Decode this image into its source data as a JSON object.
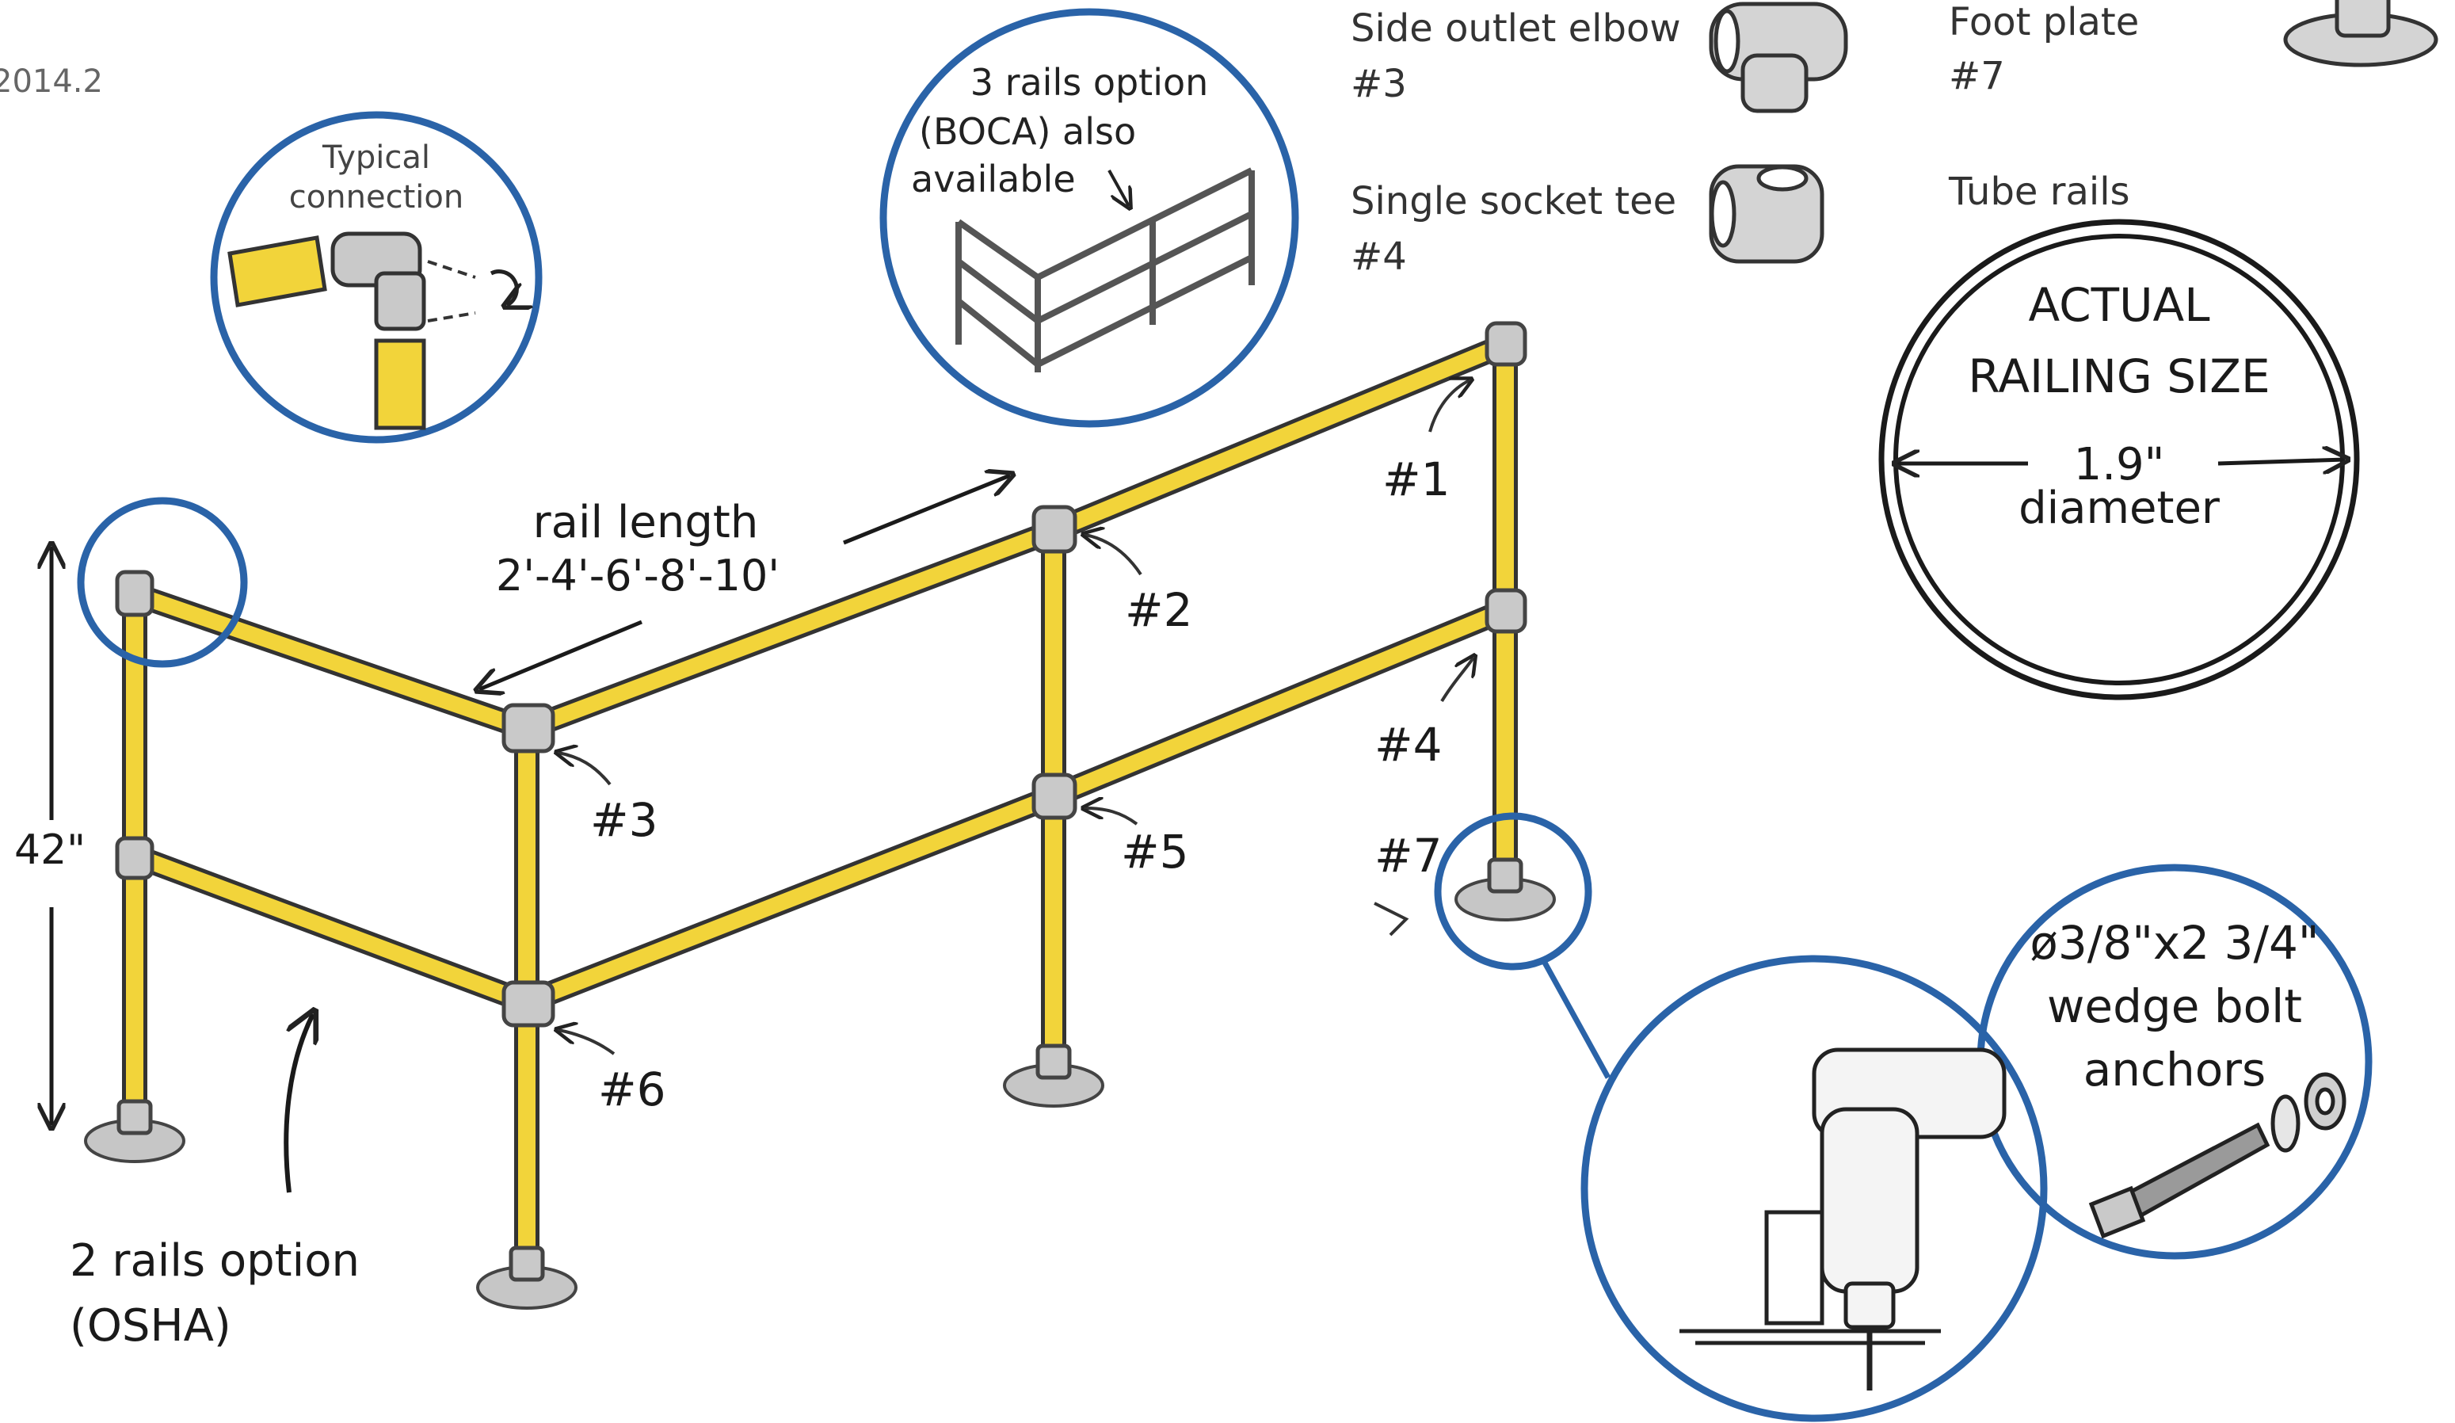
{
  "version": "2014.2",
  "legend": {
    "side_outlet_elbow": {
      "name": "Side outlet elbow",
      "code": "#3"
    },
    "foot_plate": {
      "name": "Foot plate",
      "code": "#7"
    },
    "single_socket_tee": {
      "name": "Single socket tee",
      "code": "#4"
    },
    "tube_rails": {
      "name": "Tube rails"
    }
  },
  "actual_size": {
    "line1": "ACTUAL",
    "line2": "RAILING SIZE",
    "value": "1.9\"",
    "unit": "diameter"
  },
  "typical_connection": {
    "line1": "Typical",
    "line2": "connection"
  },
  "three_rails": {
    "line1": "3 rails option",
    "line2": "(BOCA) also",
    "line3": "available"
  },
  "rail_length": {
    "line1": "rail length",
    "line2": "2'-4'-6'-8'-10'"
  },
  "height": "42\"",
  "two_rails": {
    "line1": "2 rails option",
    "line2": "(OSHA)"
  },
  "callouts": {
    "c1": "#1",
    "c2": "#2",
    "c3": "#3",
    "c4": "#4",
    "c5": "#5",
    "c6": "#6",
    "c7": "#7"
  },
  "anchor": {
    "line1": "ø3/8\"x2 3/4\"",
    "line2": "wedge bolt",
    "line3": "anchors"
  },
  "colors": {
    "rail": "#f2d43a",
    "fitting": "#c9c9c9",
    "circle": "#2a63a8"
  }
}
